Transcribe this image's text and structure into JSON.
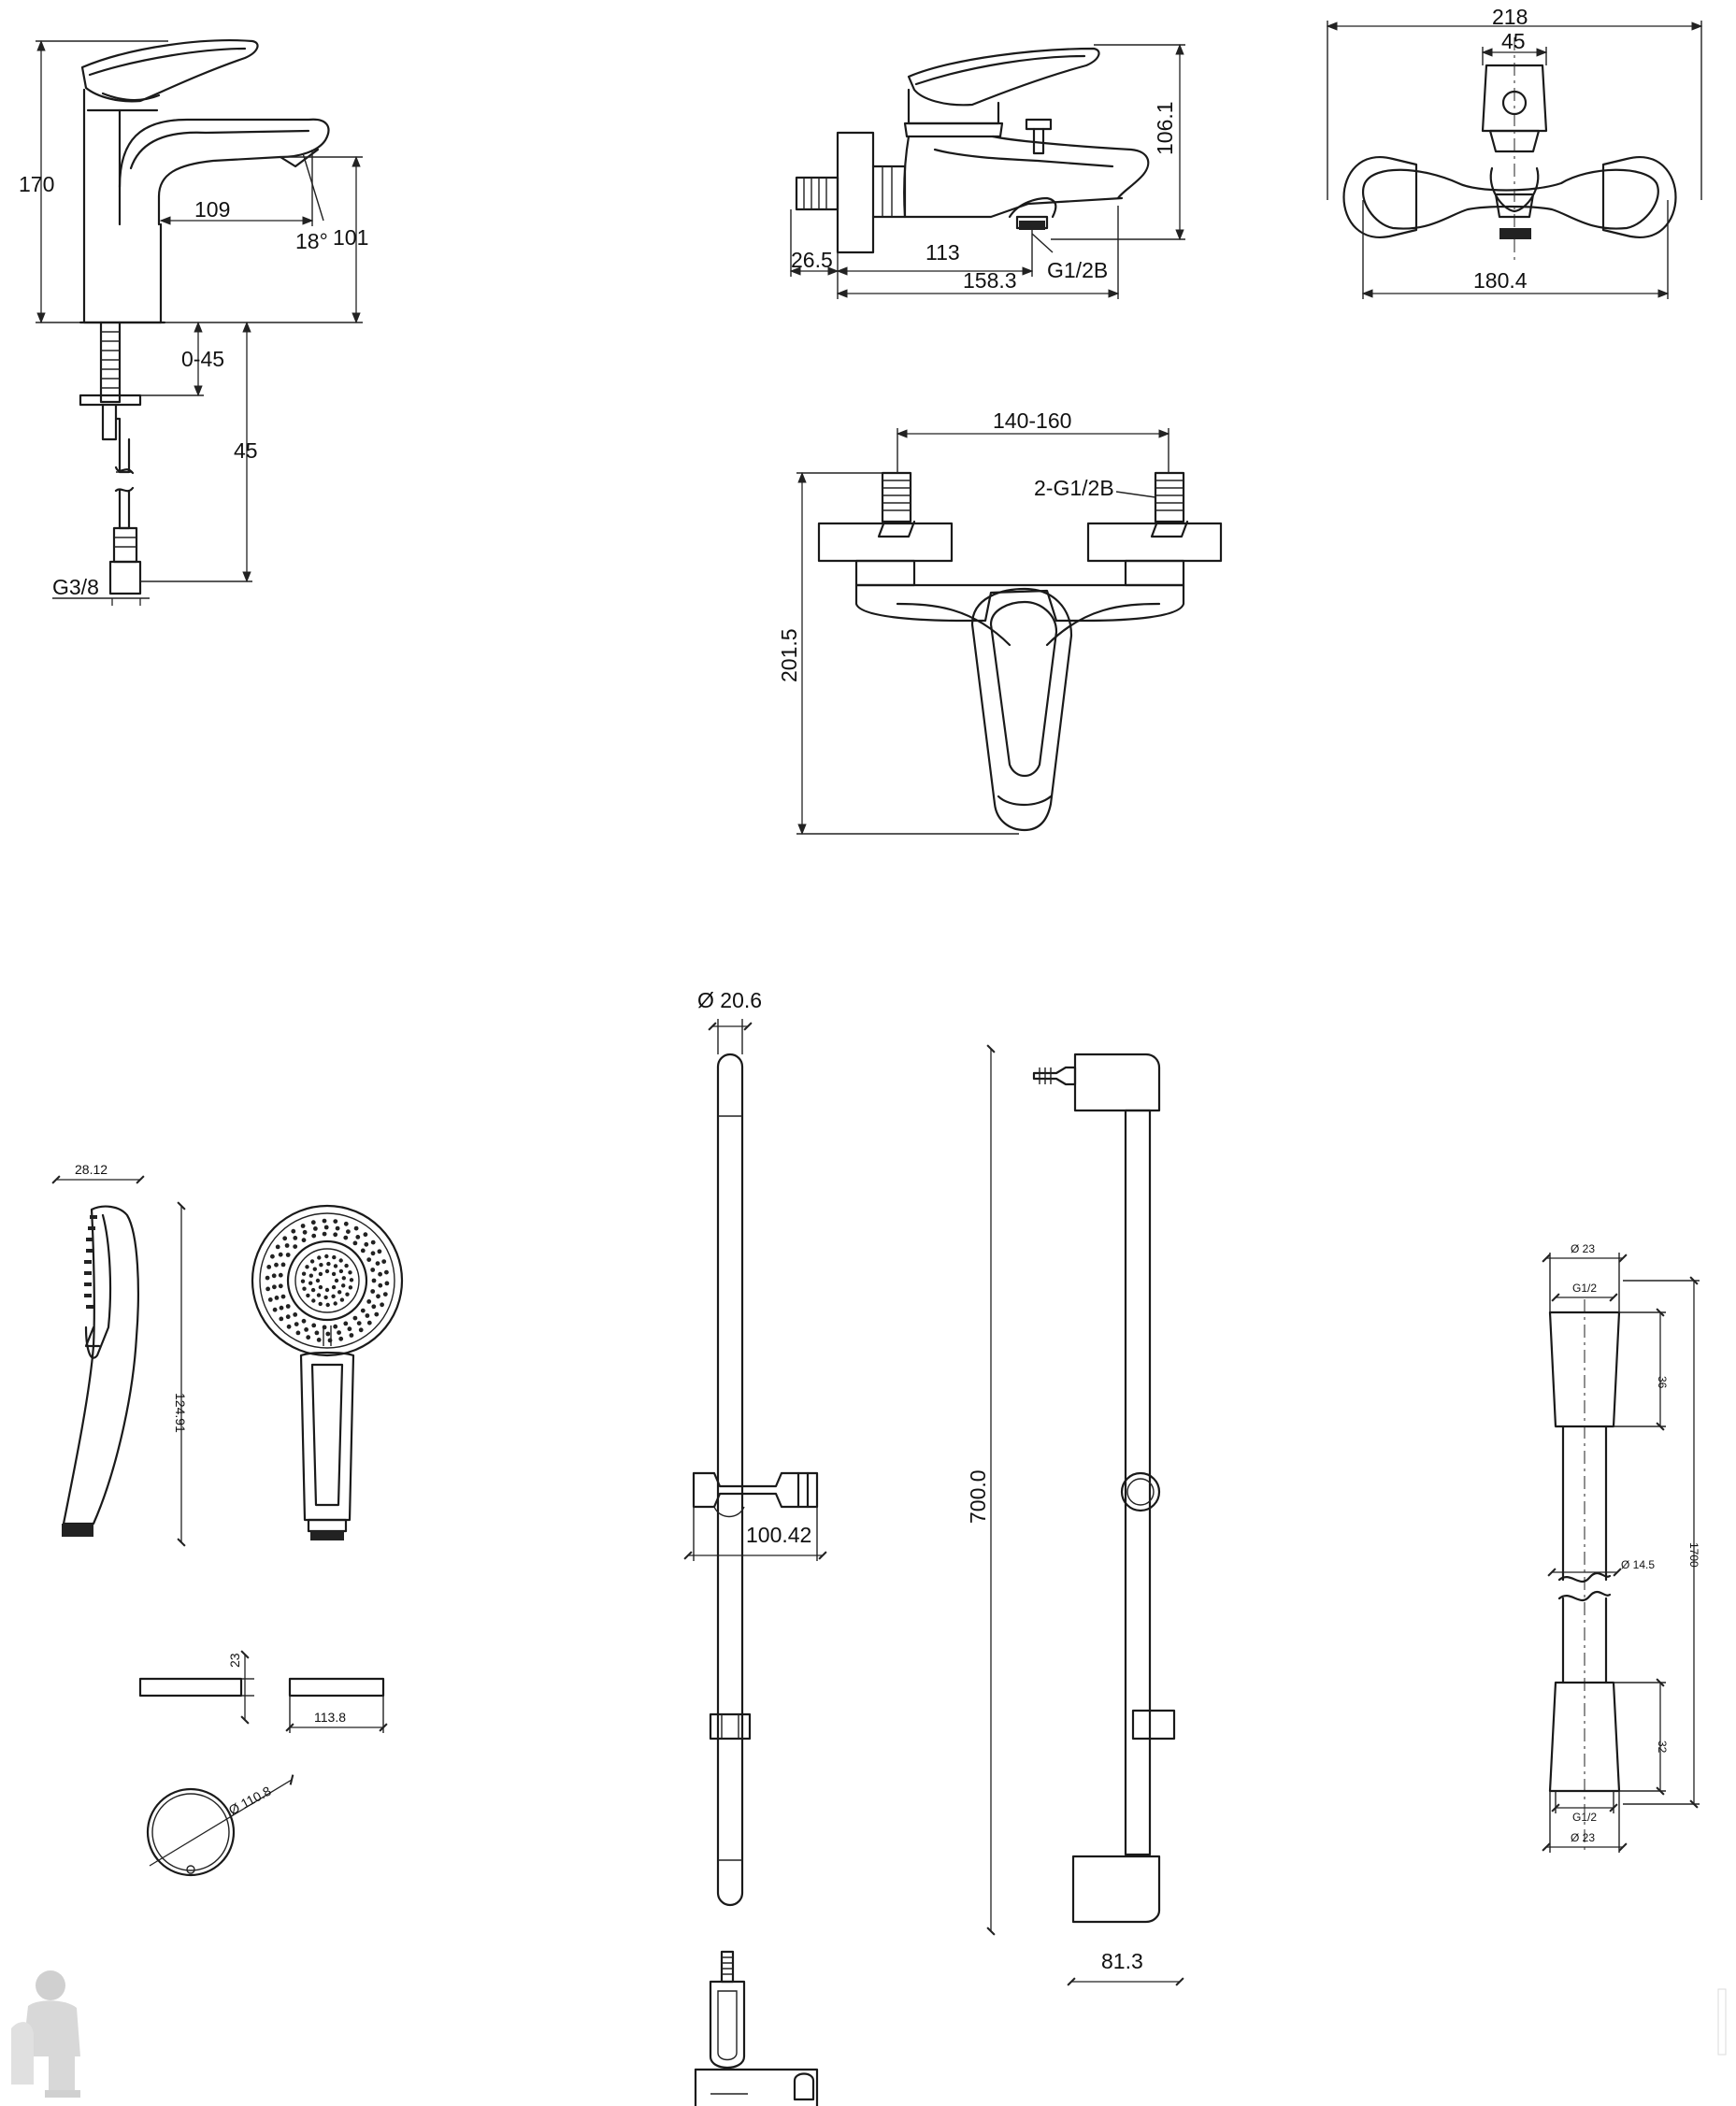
{
  "basin_mixer": {
    "height_total": "170",
    "spout_reach": "109",
    "spout_angle": "18°",
    "spout_height": "101",
    "deck_thickness": "0-45",
    "hose_length": "45",
    "hose_thread": "G3/8"
  },
  "bath_mixer_side": {
    "height": "106.1",
    "inlet_depth": "26.5",
    "spout_offset": "113",
    "total_depth": "158.3",
    "diverter_thread": "G1/2B"
  },
  "bath_mixer_top": {
    "total_width": "218",
    "cartridge_width": "45",
    "body_width": "180.4"
  },
  "bath_mixer_front": {
    "centres": "140-160",
    "inlet_threads": "2-G1/2B",
    "height": "201.5"
  },
  "hand_shower": {
    "thickness": "28.12",
    "length": "124.91",
    "plate_thickness": "23",
    "plate_width": "113.8",
    "face_diameter": "Ø 110.8"
  },
  "slide_rail": {
    "tube_diameter": "Ø 20.6",
    "slider_width": "100.42",
    "length": "700.0",
    "wall_offset": "81.3"
  },
  "shower_hose": {
    "nut_diameter_top": "Ø 23",
    "thread_top": "G1/2",
    "nut_length_top": "36",
    "hose_diameter": "Ø 14.5",
    "hose_length": "1700",
    "nut_length_bottom": "32",
    "thread_bottom": "G1/2",
    "nut_diameter_bottom": "Ø 23"
  }
}
